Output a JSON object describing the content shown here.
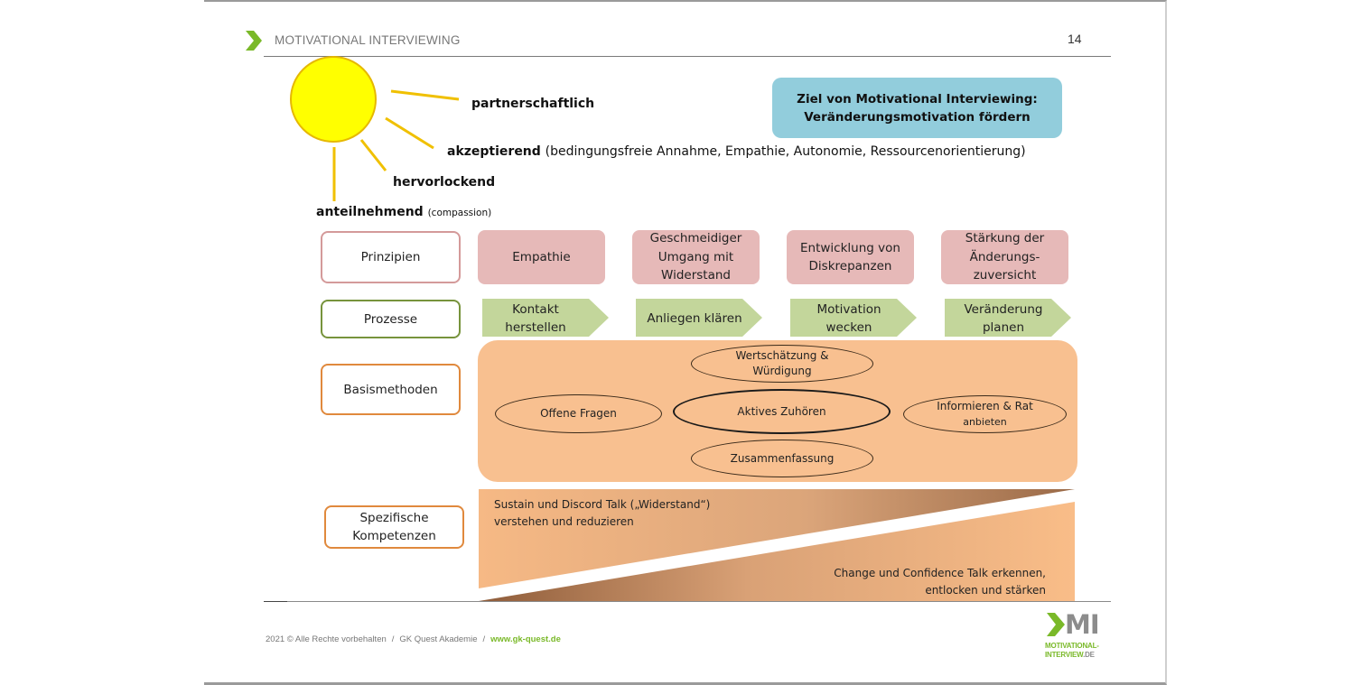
{
  "header": {
    "title": "MOTIVATIONAL INTERVIEWING",
    "page_number": "14"
  },
  "sun": {
    "rays": [
      {
        "bold": "partnerschaftlich",
        "extra": ""
      },
      {
        "bold": "akzeptierend",
        "extra": "(bedingungsfreie Annahme, Empathie, Autonomie, Ressourcenorientierung)"
      },
      {
        "bold": "hervorlockend",
        "extra": ""
      },
      {
        "bold": "anteilnehmend",
        "extra": "(compassion)"
      }
    ]
  },
  "goal": {
    "line1": "Ziel von Motivational Interviewing:",
    "line2": "Veränderungsmotivation fördern"
  },
  "rows": {
    "prinzipien": "Prinzipien",
    "prozesse": "Prozesse",
    "basismethoden": "Basismethoden",
    "spezifische_kompetenzen": [
      "Spezifische",
      "Kompetenzen"
    ]
  },
  "principles": [
    [
      "Empathie"
    ],
    [
      "Geschmeidiger",
      "Umgang mit",
      "Widerstand"
    ],
    [
      "Entwicklung von",
      "Diskrepanzen"
    ],
    [
      "Stärkung der",
      "Änderungs-",
      "zuversicht"
    ]
  ],
  "processes": [
    [
      "Kontakt",
      "herstellen"
    ],
    [
      "Anliegen klären"
    ],
    [
      "Motivation",
      "wecken"
    ],
    [
      "Veränderung",
      "planen"
    ]
  ],
  "basic_methods": {
    "wertschaetzung": [
      "Wertschätzung &",
      "Würdigung"
    ],
    "offene_fragen": "Offene Fragen",
    "aktives_zuhoeren": "Aktives Zuhören",
    "informieren": [
      "Informieren & Rat",
      "anbieten"
    ],
    "zusammenfassung": "Zusammenfassung"
  },
  "specific_competencies": {
    "sustain": [
      "Sustain und Discord Talk („Widerstand“)",
      "verstehen und reduzieren"
    ],
    "change": [
      "Change  und Confidence Talk erkennen,",
      "entlocken und stärken"
    ]
  },
  "footer": {
    "copyright": "2021 © Alle Rechte vorbehalten",
    "separator": "/",
    "company": "GK Quest Akademie",
    "url": "www.gk-quest.de"
  },
  "logo": {
    "mark": "MI",
    "line1": "MOTIVATIONAL-",
    "line2": "INTERVIEW",
    "line2_suffix": ".DE"
  },
  "colors": {
    "brand_green": "#7ab929",
    "goal_blue": "#92cddc",
    "principle_pink": "#e6b9b8",
    "process_green": "#c3d69b",
    "basis_orange": "#f8c090",
    "sun_yellow": "#ffff00"
  }
}
